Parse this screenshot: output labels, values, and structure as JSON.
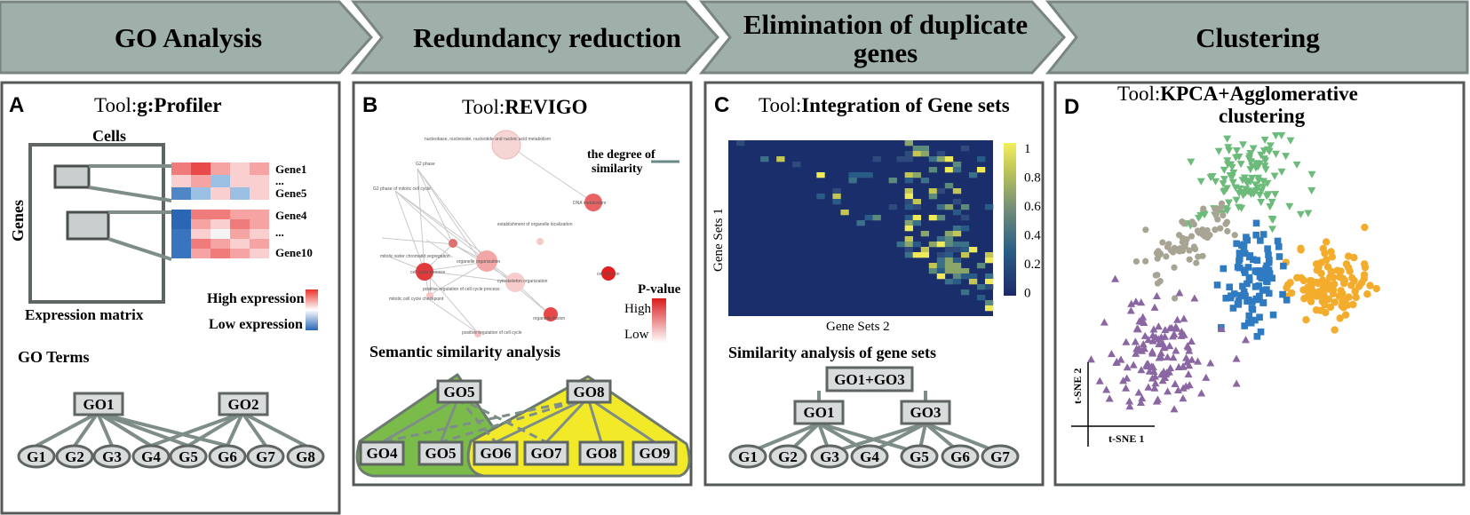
{
  "headers": [
    "GO Analysis",
    "Redundancy reduction",
    "Elimination of duplicate",
    "genes",
    "Clustering"
  ],
  "panelA": {
    "letter": "A",
    "tool_prefix": "Tool:",
    "tool_name": "g:Profiler",
    "cells_label": "Cells",
    "genes_label": "Genes",
    "matrix_label": "Expression matrix",
    "gene_labels": [
      "Gene1",
      "...",
      "Gene5",
      "Gene4",
      "...",
      "Gene10"
    ],
    "high_label": "High expression",
    "low_label": "Low expression",
    "go_terms_label": "GO Terms",
    "go_nodes": [
      "GO1",
      "GO2"
    ],
    "gene_nodes": [
      "G1",
      "G2",
      "G3",
      "G4",
      "G5",
      "G6",
      "G7",
      "G8"
    ]
  },
  "panelB": {
    "letter": "B",
    "tool_prefix": "Tool:",
    "tool_name": "REVIGO",
    "similarity_label": [
      "the degree of",
      "similarity"
    ],
    "pvalue_label": "P-value",
    "high_label": "High",
    "low_label": "Low",
    "semantic_label": "Semantic similarity analysis",
    "network_terms": [
      "nucleobase, nucleoside, nucleotide and nucleic acid metabolism",
      "DNA metabolism",
      "G2 phase",
      "G2 phase of mitotic cell cycle",
      "establishment of organelle localization",
      "organelle organization",
      "cell cycle process",
      "mitotic sister chromatid segregation",
      "cytoskeleton organization",
      "cell division",
      "positive regulation of cell cycle process",
      "mitotic cell cycle checkpoint",
      "organelle fission",
      "positive regulation of cell cycle"
    ],
    "go_nodes": [
      "GO5",
      "GO8"
    ],
    "leaf_nodes": [
      "GO4",
      "GO5",
      "GO6",
      "GO7",
      "GO8",
      "GO9"
    ]
  },
  "panelC": {
    "letter": "C",
    "tool_prefix": "Tool:",
    "tool_name": "Integration of Gene sets",
    "ylabel": "Gene Sets 1",
    "xlabel": "Gene Sets 2",
    "colorbar_ticks": [
      "1",
      "0.8",
      "0.6",
      "0.4",
      "0.2",
      "0"
    ],
    "similarity_label": "Similarity analysis of gene sets",
    "top_node": "GO1+GO3",
    "go_nodes": [
      "GO1",
      "GO3"
    ],
    "gene_nodes": [
      "G1",
      "G2",
      "G3",
      "G4",
      "G5",
      "G6",
      "G7"
    ]
  },
  "panelD": {
    "letter": "D",
    "tool_prefix": "Tool:",
    "tool_name_line1": "KPCA+Agglomerative",
    "tool_name_line2": "clustering",
    "ylabel": "t-SNE 2",
    "xlabel": "t-SNE 1"
  },
  "colors": {
    "header_fill": "#9fafaa",
    "header_stroke": "#7a8580",
    "panel_border": "#555a58",
    "node_fill": "#d8dcdc",
    "node_stroke": "#5f6562",
    "link": "#7e8d88",
    "heatmap_bg": "#1a2e6b",
    "green_region": "#7bbb4a",
    "yellow_region": "#f2ea28",
    "cluster_green": "#6dbb7b",
    "cluster_gray": "#a7a493",
    "cluster_blue": "#2f7bc2",
    "cluster_orange": "#f4ac2c",
    "cluster_purple": "#8a67a2"
  },
  "chart_data": {
    "type": "heatmap",
    "xlabel": "Gene Sets 2",
    "ylabel": "Gene Sets 1",
    "colorbar": {
      "min": 0,
      "max": 1,
      "ticks": [
        1,
        0.8,
        0.6,
        0.4,
        0.2,
        0
      ]
    }
  }
}
